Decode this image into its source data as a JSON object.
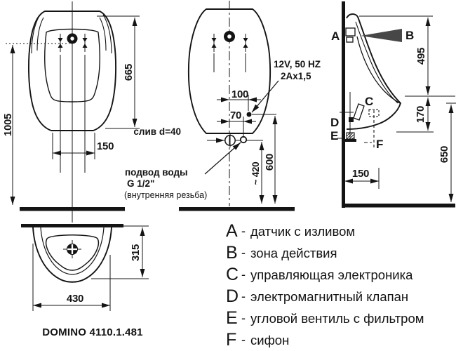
{
  "model": "DOMINO 4110.1.481",
  "annotations": {
    "power": "12V, 50 HZ",
    "cable_spec": "2Ax1,5",
    "drain_label": "слив d=40",
    "water_supply": "подвод воды",
    "water_thread": "G 1/2\"",
    "water_thread_note": "(внутренняя резьба)"
  },
  "dimensions": {
    "total_height": "1005",
    "body_height": "665",
    "outlet_width": "150",
    "cable_offset": "100",
    "supply_offset": "70",
    "supply_height": "~ 420",
    "cable_height": "600",
    "sensor_zone_height": "495",
    "outlet_drop": "170",
    "outlet_floor_height": "650",
    "drain_wall_offset": "150",
    "depth": "315",
    "width": "430"
  },
  "legend": {
    "separator": "-",
    "items": [
      {
        "key": "A",
        "label": "датчик с изливом"
      },
      {
        "key": "B",
        "label": "зона действия"
      },
      {
        "key": "C",
        "label": "управляющая электроника"
      },
      {
        "key": "D",
        "label": "электромагнитный клапан"
      },
      {
        "key": "E",
        "label": "угловой вентиль с фильтром"
      },
      {
        "key": "F",
        "label": "сифон"
      }
    ]
  },
  "colors": {
    "line": "#141414",
    "background": "#ffffff",
    "zone_fill": "#474747"
  }
}
